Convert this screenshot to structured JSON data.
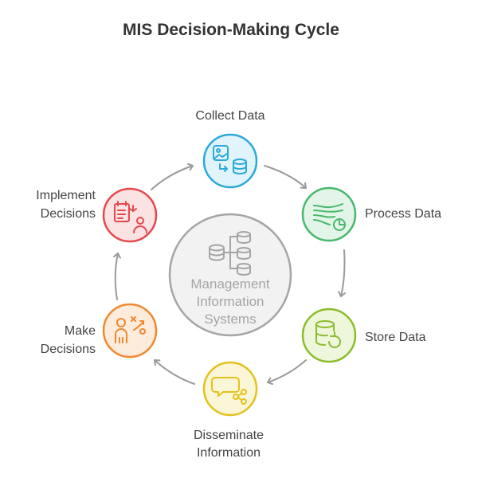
{
  "title": "MIS Decision-Making Cycle",
  "center": {
    "line1": "Management",
    "line2": "Information",
    "line3": "Systems"
  },
  "steps": [
    {
      "line1": "Collect Data",
      "line2": ""
    },
    {
      "line1": "Process Data",
      "line2": ""
    },
    {
      "line1": "Store Data",
      "line2": ""
    },
    {
      "line1": "Disseminate",
      "line2": "Information"
    },
    {
      "line1": "Make",
      "line2": "Decisions"
    },
    {
      "line1": "Implement",
      "line2": "Decisions"
    }
  ],
  "colors": {
    "collect": "#2aa9dc",
    "process": "#48b86c",
    "store": "#8bbd2b",
    "disseminate": "#e3c21b",
    "decide": "#f0892e",
    "implement": "#e5484d",
    "arrow": "#9a9a9a",
    "center": "#a5a5a5"
  }
}
